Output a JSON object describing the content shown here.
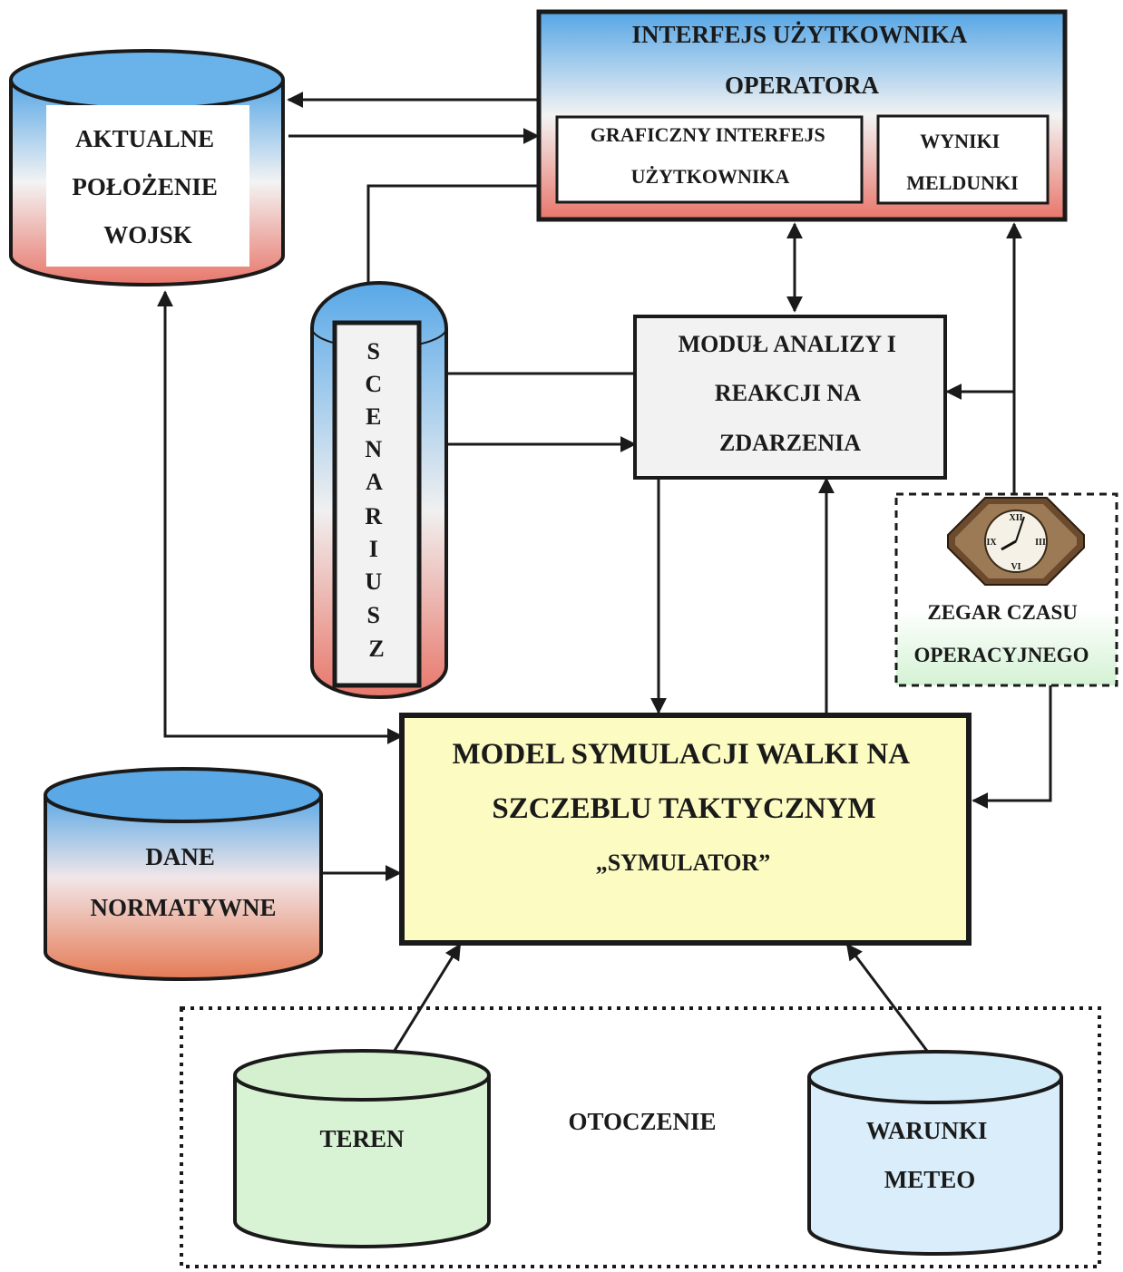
{
  "ui_layer": {
    "colors": {
      "stroke": "#1a1a1a",
      "blue": "#55a6e6",
      "red": "#e8766a",
      "orange": "#e57a55",
      "yellow": "#fbfbc2",
      "green": "#d8f2d4",
      "light_blue": "#d9eefa",
      "box_grey": "#f2f2f2"
    }
  },
  "nodes": {
    "aktualne": {
      "lines": [
        "AKTUALNE",
        "POŁOŻENIE",
        "WOJSK"
      ]
    },
    "interfejs": {
      "lines": [
        "INTERFEJS UŻYTKOWNIKA",
        "OPERATORA"
      ]
    },
    "graficzny": {
      "lines": [
        "GRAFICZNY INTERFEJS",
        "UŻYTKOWNIKA"
      ]
    },
    "wyniki": {
      "lines": [
        "WYNIKI",
        "MELDUNKI"
      ]
    },
    "scenariusz": {
      "letters": [
        "S",
        "C",
        "E",
        "N",
        "A",
        "R",
        "I",
        "U",
        "S",
        "Z"
      ]
    },
    "modul": {
      "lines": [
        "MODUŁ ANALIZY I",
        "REAKCJI NA",
        "ZDARZENIA"
      ]
    },
    "zegar": {
      "lines": [
        "ZEGAR CZASU",
        "OPERACYJNEGO"
      ],
      "icon": "clock-icon"
    },
    "model": {
      "lines": [
        "MODEL SYMULACJI WALKI NA",
        "SZCZEBLU TAKTYCZNYM",
        "„SYMULATOR”"
      ]
    },
    "dane": {
      "lines": [
        "DANE",
        "NORMATYWNE"
      ]
    },
    "otoczenie": {
      "label": "OTOCZENIE"
    },
    "teren": {
      "lines": [
        "TEREN"
      ]
    },
    "warunki": {
      "lines": [
        "WARUNKI",
        "METEO"
      ]
    }
  },
  "edges": [
    {
      "from": "interfejs",
      "to": "aktualne"
    },
    {
      "from": "aktualne",
      "to": "interfejs"
    },
    {
      "from": "interfejs",
      "to": "scenariusz"
    },
    {
      "from": "interfejs",
      "to": "modul",
      "bidirectional": true
    },
    {
      "from": "modul",
      "to": "scenariusz"
    },
    {
      "from": "scenariusz",
      "to": "modul"
    },
    {
      "from": "zegar",
      "to": "wyniki"
    },
    {
      "from": "zegar",
      "to": "modul"
    },
    {
      "from": "modul",
      "to": "model"
    },
    {
      "from": "model",
      "to": "modul"
    },
    {
      "from": "zegar",
      "to": "model"
    },
    {
      "from": "model",
      "to": "aktualne",
      "bidirectional": true
    },
    {
      "from": "dane",
      "to": "model"
    },
    {
      "from": "teren",
      "to": "model"
    },
    {
      "from": "warunki",
      "to": "model"
    }
  ]
}
